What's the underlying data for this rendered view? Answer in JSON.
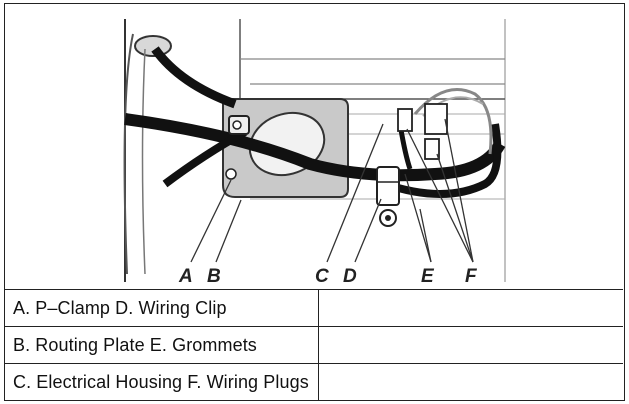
{
  "figure": {
    "callouts": [
      "A",
      "B",
      "C",
      "D",
      "E",
      "F"
    ]
  },
  "legend": {
    "rows": [
      "A. P–Clamp D. Wiring Clip",
      "B. Routing Plate E. Grommets",
      "C. Electrical Housing F. Wiring Plugs"
    ]
  }
}
